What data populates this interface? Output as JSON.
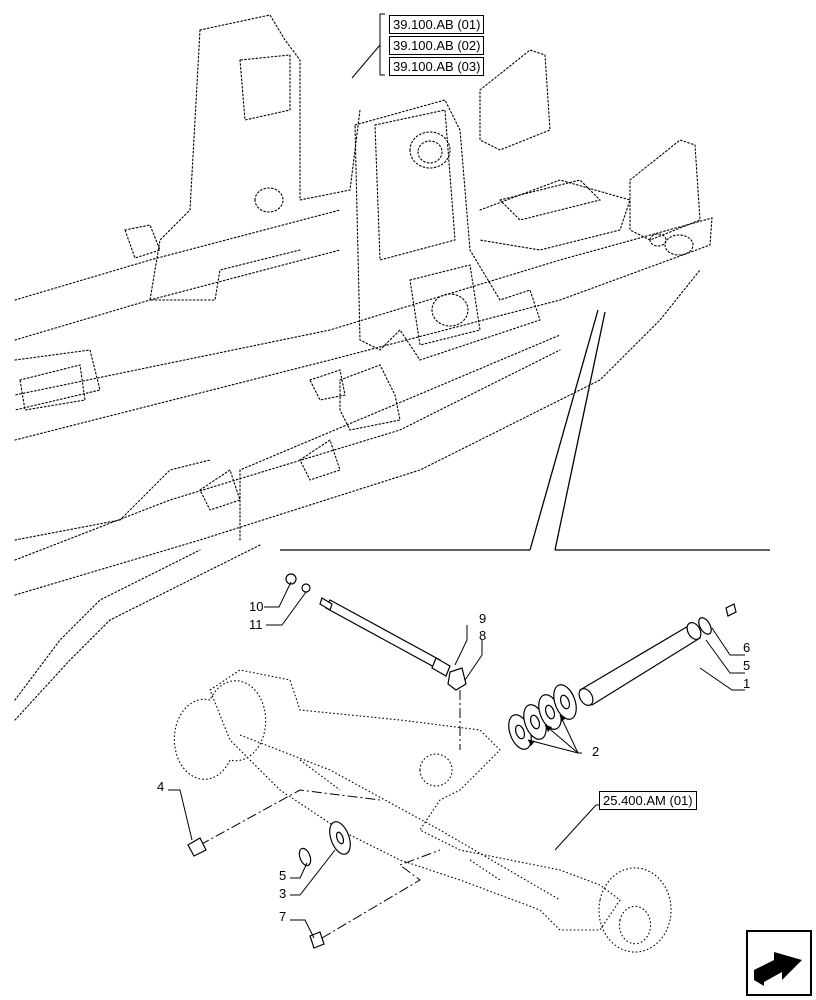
{
  "references": {
    "upper": [
      "39.100.AB (01)",
      "39.100.AB (02)",
      "39.100.AB (03)"
    ],
    "axle": "25.400.AM (01)"
  },
  "callouts": {
    "c1": "1",
    "c2": "2",
    "c3": "3",
    "c4": "4",
    "c5a": "5",
    "c5b": "5",
    "c6": "6",
    "c7": "7",
    "c8": "8",
    "c9": "9",
    "c10": "10",
    "c11": "11"
  },
  "icons": {
    "navigation": "next-page-arrow-icon"
  }
}
